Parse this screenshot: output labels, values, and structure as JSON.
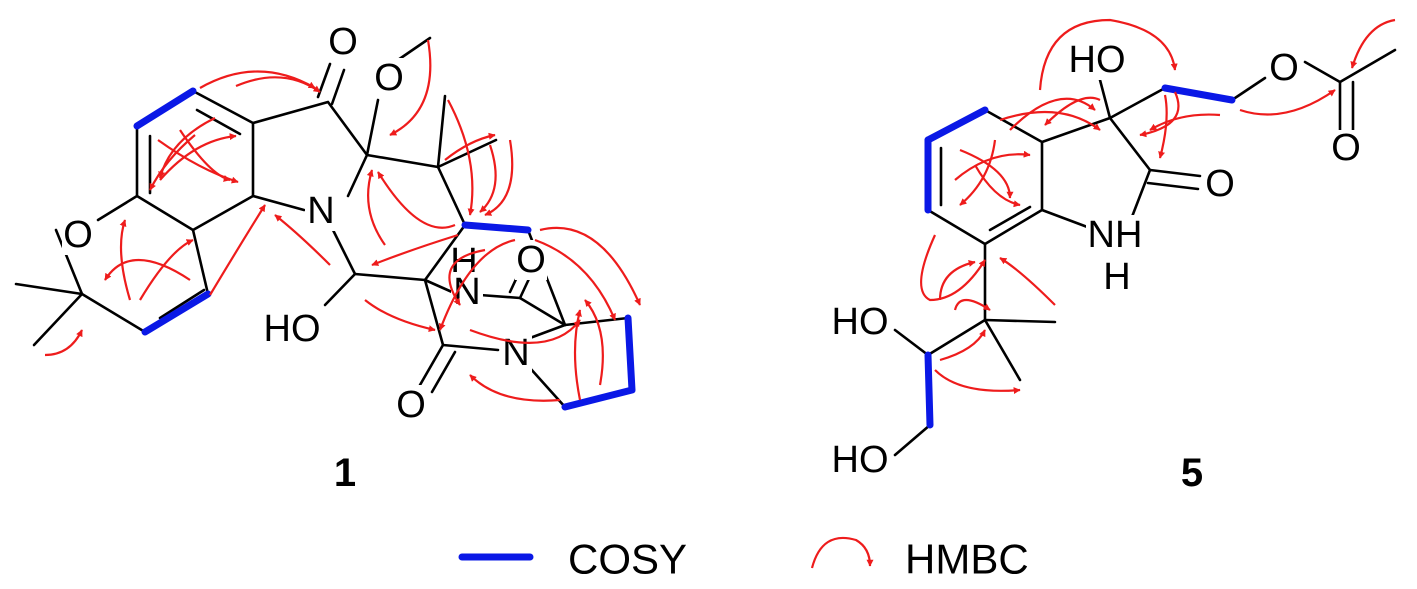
{
  "compounds": [
    {
      "number": "1"
    },
    {
      "number": "5"
    }
  ],
  "atoms": {
    "c1_O_ketone": "O",
    "c1_O_methoxy": "O",
    "c1_O_pyran": "O",
    "c1_N_indole": "N",
    "c1_HO": "HO",
    "c1_H": "H",
    "c1_N_amide": "N",
    "c1_O_amide_top": "O",
    "c1_O_amide_bottom": "O",
    "c1_N_pyrrolidine": "N",
    "c5_HO_top": "HO",
    "c5_O_ester": "O",
    "c5_O_carbonyl": "O",
    "c5_O_lactam": "O",
    "c5_NH": "NH",
    "c5_H": "H",
    "c5_HO_mid": "HO",
    "c5_HO_bottom": "HO"
  },
  "legend": {
    "cosy_label": "COSY",
    "hmbc_label": "HMBC"
  },
  "colors": {
    "cosy": "#0a18e6",
    "hmbc": "#ee1c1c",
    "bond": "#000000"
  }
}
